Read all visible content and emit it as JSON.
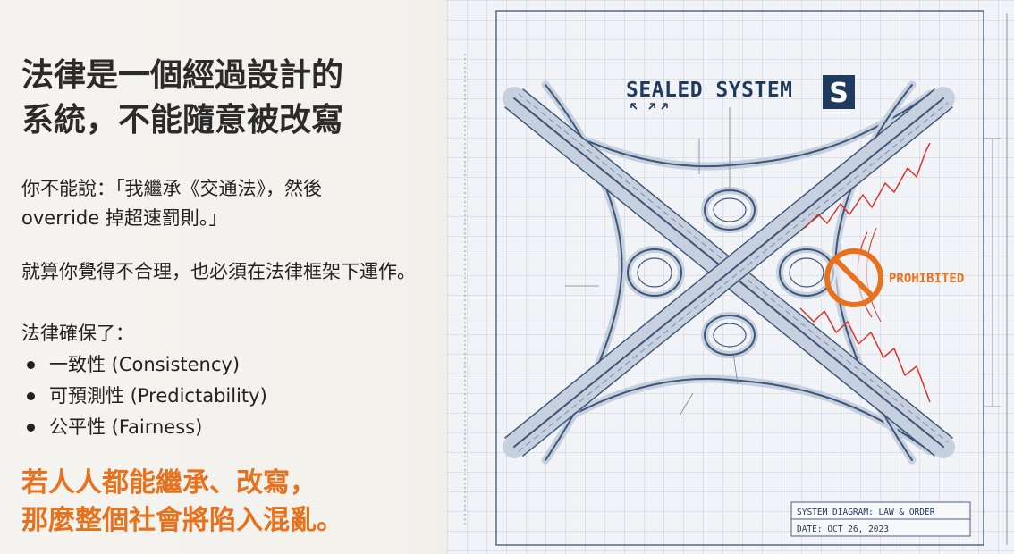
{
  "slide": {
    "title_line1": "法律是一個經過設計的",
    "title_line2": "系統，不能隨意被改寫",
    "para1_line1": "你不能說：「我繼承《交通法》，然後",
    "para1_line2": "override 掉超速罰則。」",
    "para2": "就算你覺得不合理，也必須在法律框架下運作。",
    "para3": "法律確保了：",
    "bullets": [
      "一致性 (Consistency)",
      "可預測性 (Predictability)",
      "公平性 (Fairness)"
    ],
    "warning_line1": "若人人都能繼承、改寫，",
    "warning_line2": "那麼整個社會將陷入混亂。"
  },
  "diagram": {
    "heading": "SEALED SYSTEM",
    "logo_letter": "S",
    "prohibited_label": "PROHIBITED",
    "title_block_line1": "SYSTEM DIAGRAM: LAW & ORDER",
    "title_block_line2": "DATE: OCT 26, 2023",
    "colors": {
      "road": "#3d5577",
      "accent": "#e8711e",
      "red_sketch": "#d9342b",
      "frame": "#4a6080"
    }
  }
}
